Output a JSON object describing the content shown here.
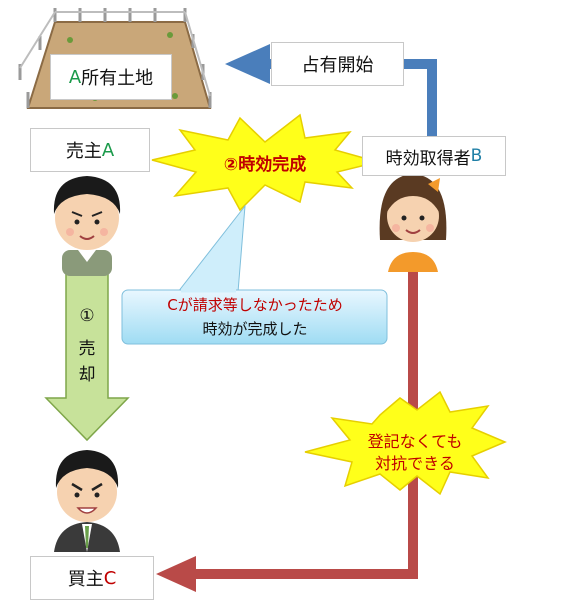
{
  "land": {
    "letter": "A",
    "text": "所有土地"
  },
  "seller": {
    "text": "売主",
    "letter": "A"
  },
  "buyer": {
    "text": "買主",
    "letter": "C"
  },
  "acquirer": {
    "text": "時効取得者",
    "letter": "B"
  },
  "possession": {
    "text": "占有開始"
  },
  "prescription": {
    "text": "②時効完成"
  },
  "callout": {
    "line1": "Cが請求等しなかったため",
    "line2": "時効が完成した"
  },
  "sale": {
    "num": "①",
    "c1": "売",
    "c2": "却"
  },
  "oppose": {
    "line1": "登記なくても",
    "line2": "対抗できる"
  },
  "colors": {
    "blue_arrow": "#4a7ebb",
    "red_arrow": "#b94a48",
    "green_arrow": "#c7e29a",
    "burst": "#ffff1a"
  }
}
